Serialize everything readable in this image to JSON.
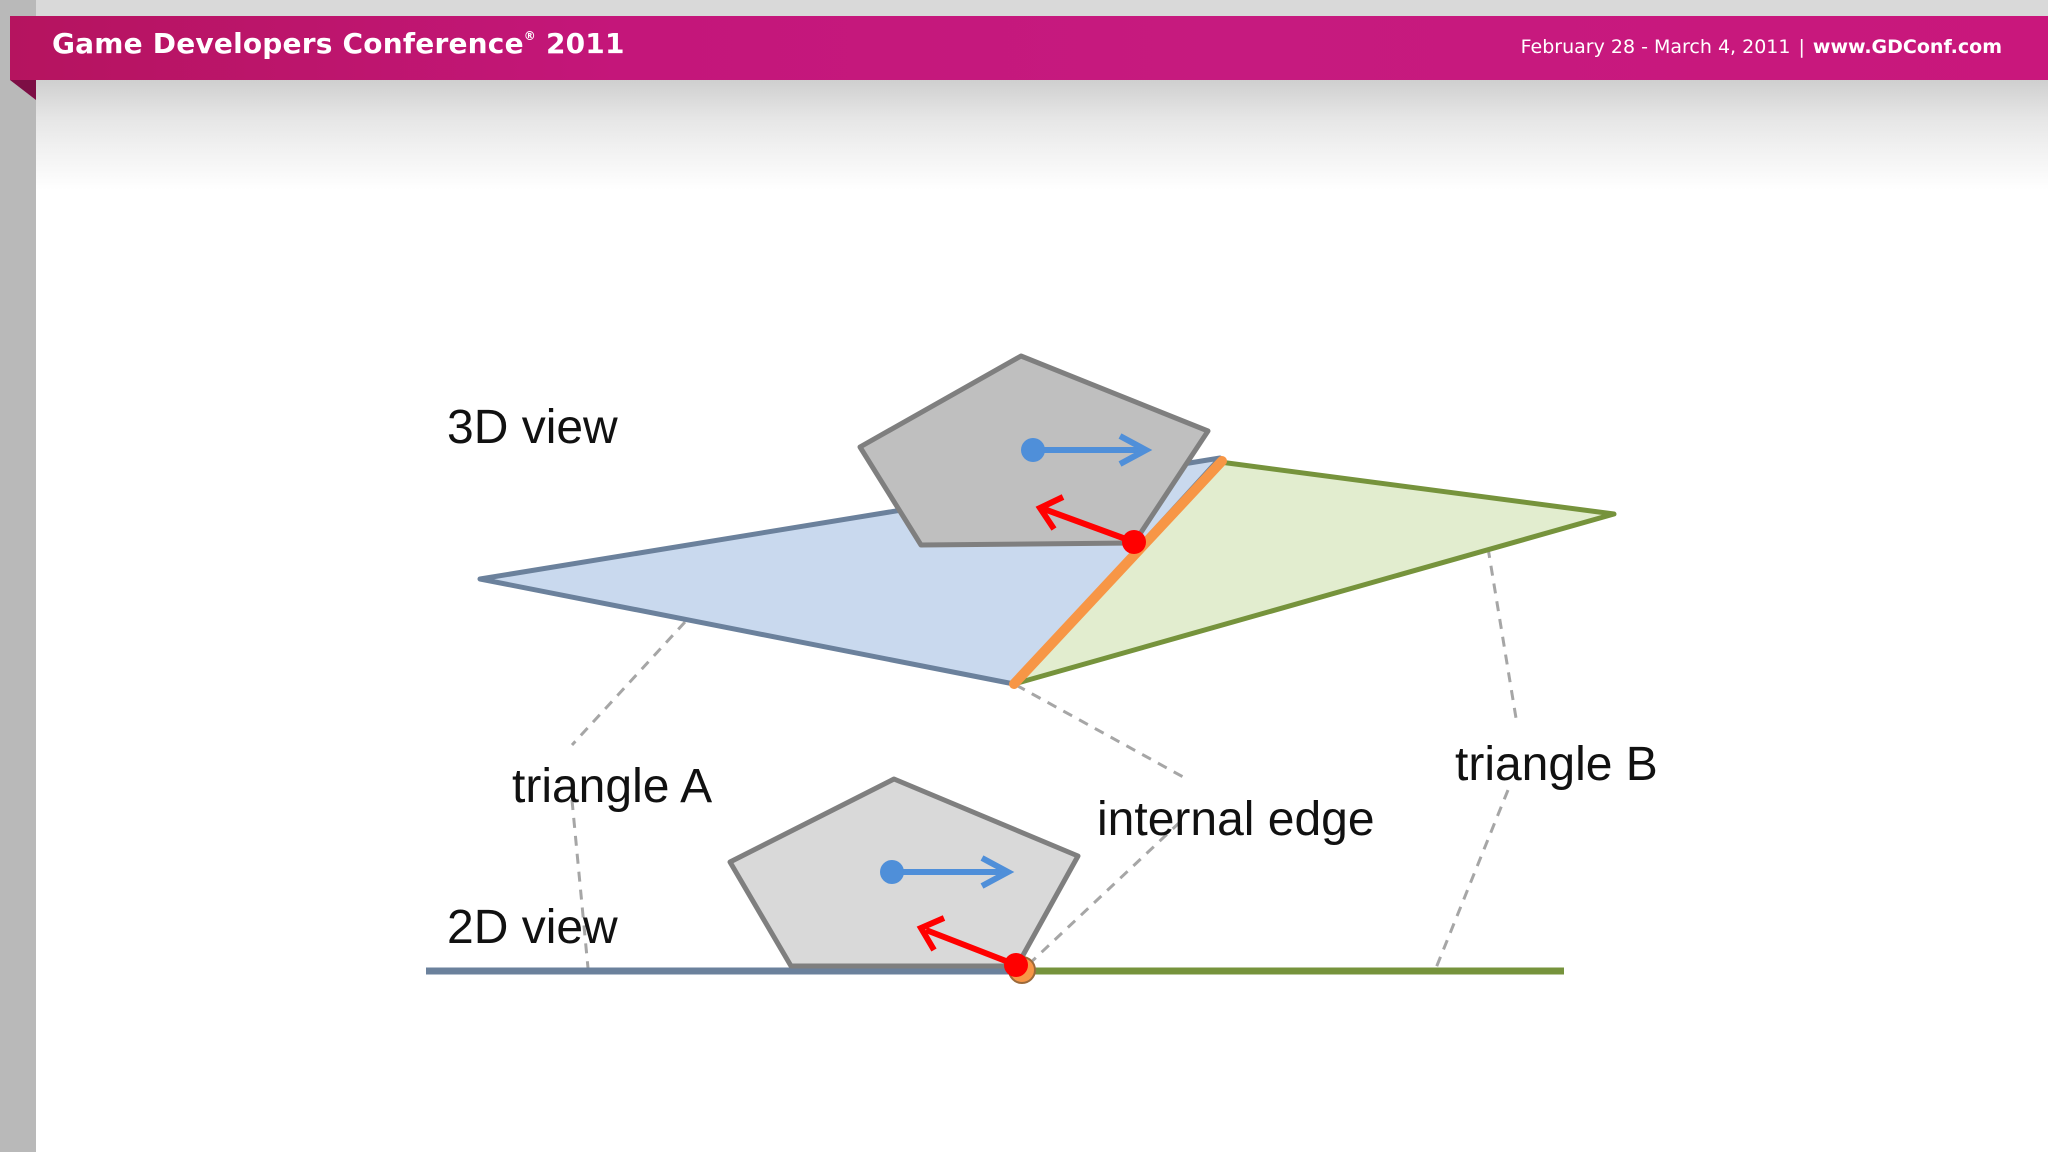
{
  "header": {
    "title": "Game Developers Conference",
    "title_mark": "®",
    "year": "2011",
    "dates": "February 28 - March 4, 2011",
    "separator": "|",
    "url": "www.GDConf.com"
  },
  "diagram": {
    "labels": {
      "view_3d": "3D view",
      "view_2d": "2D view",
      "triangle_a": "triangle A",
      "triangle_b": "triangle B",
      "internal_edge": "internal edge"
    },
    "colors": {
      "triangle_a_fill": "#c9d9ee",
      "triangle_a_stroke": "#6b819c",
      "triangle_b_fill": "#e2edcf",
      "triangle_b_stroke": "#76933c",
      "internal_edge": "#f79646",
      "shape_fill": "#bfbfbf",
      "shape_fill_2d": "#d9d9d9",
      "shape_stroke": "#7f7f7f",
      "velocity_arrow": "#4f8fd9",
      "contact_normal": "#ff0000",
      "leader_line": "#a6a6a6",
      "header": "#c4167a"
    }
  }
}
